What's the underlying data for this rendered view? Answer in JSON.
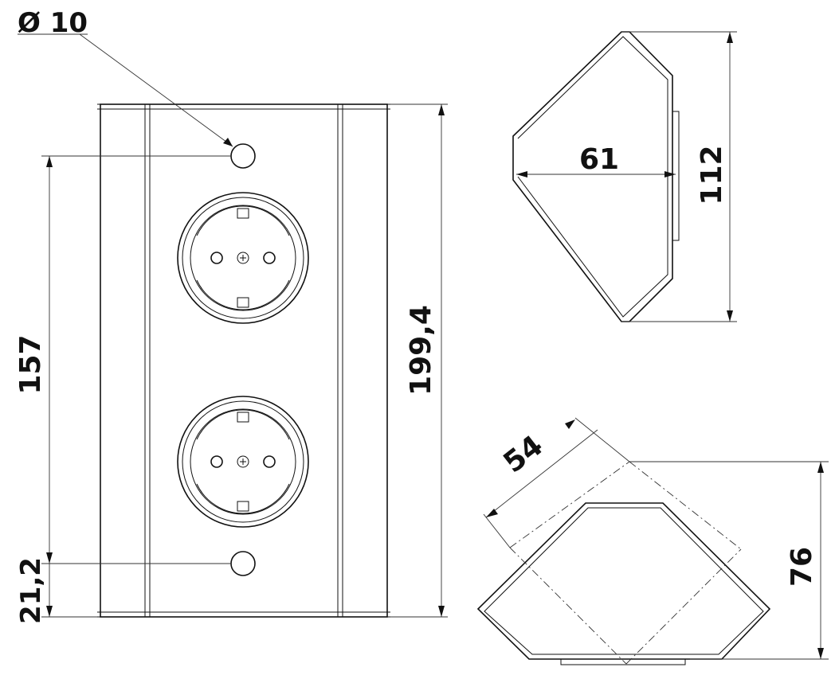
{
  "dimensions": {
    "hole_diameter": "Ø 10",
    "front_height_total": "199,4",
    "hole_spacing": "157",
    "bottom_hole_offset": "21,2",
    "top_depth": "61",
    "top_width": "112",
    "corner_side": "54",
    "corner_height": "76"
  }
}
